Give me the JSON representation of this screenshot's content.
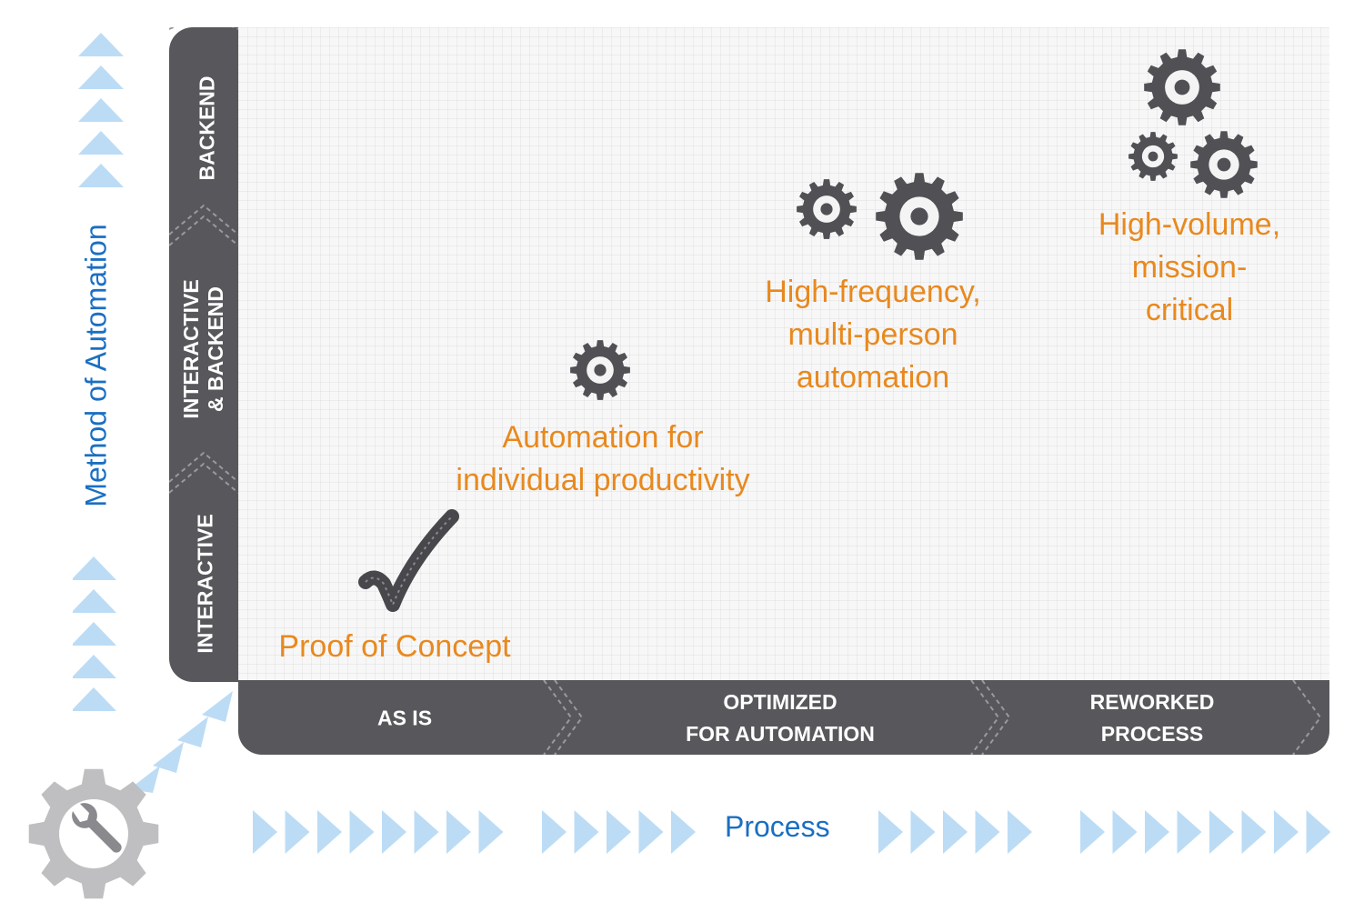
{
  "axes": {
    "y_title": "Method of Automation",
    "x_title": "Process",
    "y_levels": [
      "INTERACTIVE",
      "INTERACTIVE\n& BACKEND",
      "BACKEND"
    ],
    "x_levels": [
      "AS IS",
      "OPTIMIZED\nFOR AUTOMATION",
      "REWORKED\nPROCESS"
    ]
  },
  "stages": [
    {
      "label": "Proof of Concept",
      "icon": "checkmark-icon"
    },
    {
      "label": "Automation for\nindividual productivity",
      "icon": "gear-icon"
    },
    {
      "label": "High-frequency,\nmulti-person\nautomation",
      "icon": "two-gears-icon"
    },
    {
      "label": "High-volume,\nmission-\ncritical",
      "icon": "three-gears-icon"
    }
  ],
  "corner_icon": "wrench-gear-icon",
  "colors": {
    "band": "#58585c",
    "stage_label": "#e8891e",
    "axis_title": "#1a6fc2",
    "arrow": "#bcdcf5",
    "gear": "#505055"
  }
}
